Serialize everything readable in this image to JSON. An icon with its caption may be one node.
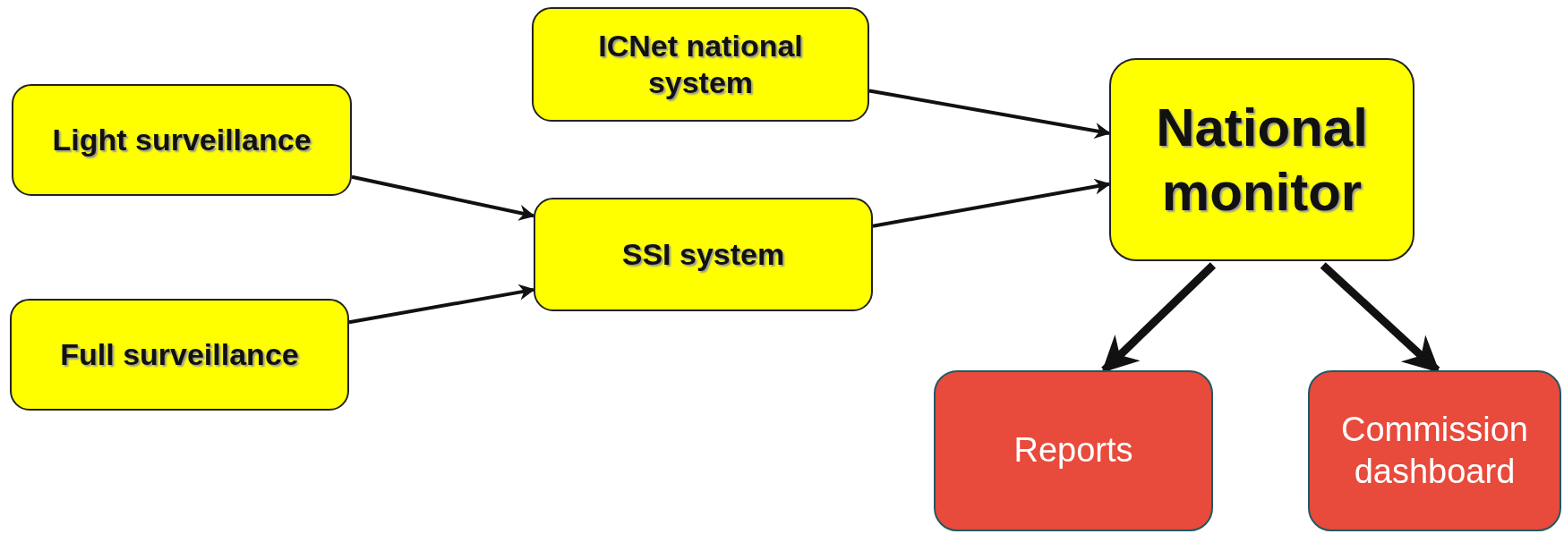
{
  "diagram": {
    "nodes": [
      {
        "text": [
          "Light surveillance"
        ]
      },
      {
        "text": [
          "Full surveillance"
        ]
      },
      {
        "text": [
          "ICNet national system"
        ]
      },
      {
        "text": [
          "SSI system"
        ]
      },
      {
        "text": [
          "National monitor"
        ]
      },
      {
        "text": [
          "Reports"
        ]
      },
      {
        "text": [
          "Commission dashboard"
        ]
      }
    ],
    "edges": [
      {
        "from": 0,
        "to": 3,
        "arrow": "to"
      },
      {
        "from": 1,
        "to": 3,
        "arrow": "to"
      },
      {
        "from": 2,
        "to": 4,
        "arrow": "to"
      },
      {
        "from": 3,
        "to": 4,
        "arrow": "to"
      },
      {
        "from": 4,
        "to": 5,
        "arrow": "to",
        "style": "thick"
      },
      {
        "from": 4,
        "to": 6,
        "arrow": "to",
        "style": "thick"
      }
    ]
  }
}
